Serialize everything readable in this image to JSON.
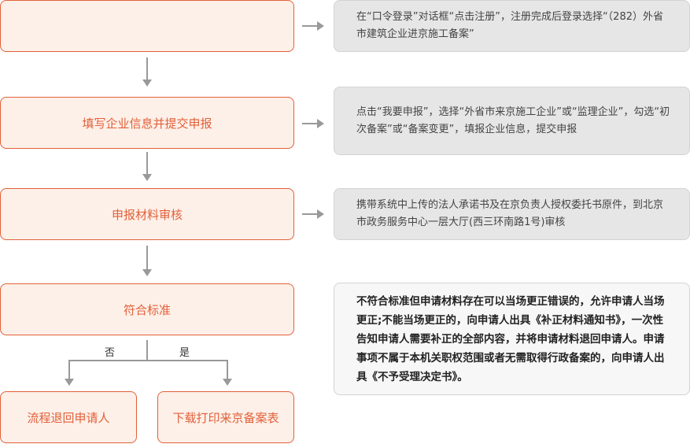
{
  "steps": {
    "s1": "",
    "s2": "填写企业信息并提交申报",
    "s3": "申报材料审核",
    "s4": "符合标准",
    "no_branch": "流程退回申请人",
    "yes_branch": "下载打印来京备案表"
  },
  "notes": {
    "n1": "在“口令登录”对话框“点击注册”，注册完成后登录选择“（282）外省市建筑企业进京施工备案”",
    "n2": "点击“我要申报”，选择“外省市来京施工企业”或“监理企业”，勾选“初次备案”或“备案变更”，填报企业信息，提交申报",
    "n3": "携带系统中上传的法人承诺书及在京负责人授权委托书原件，到北京市政务服务中心一层大厅(西三环南路1号)审核",
    "n4": "不符合标准但申请材料存在可以当场更正错误的，允许申请人当场更正;不能当场更正的，向申请人出具《补正材料通知书》，一次性告知申请人需要补正的全部内容，并将申请材料退回申请人。申请事项不属于本机关职权范围或者无需取得行政备案的，向申请人出具《不予受理决定书》。"
  },
  "labels": {
    "no": "否",
    "yes": "是"
  }
}
